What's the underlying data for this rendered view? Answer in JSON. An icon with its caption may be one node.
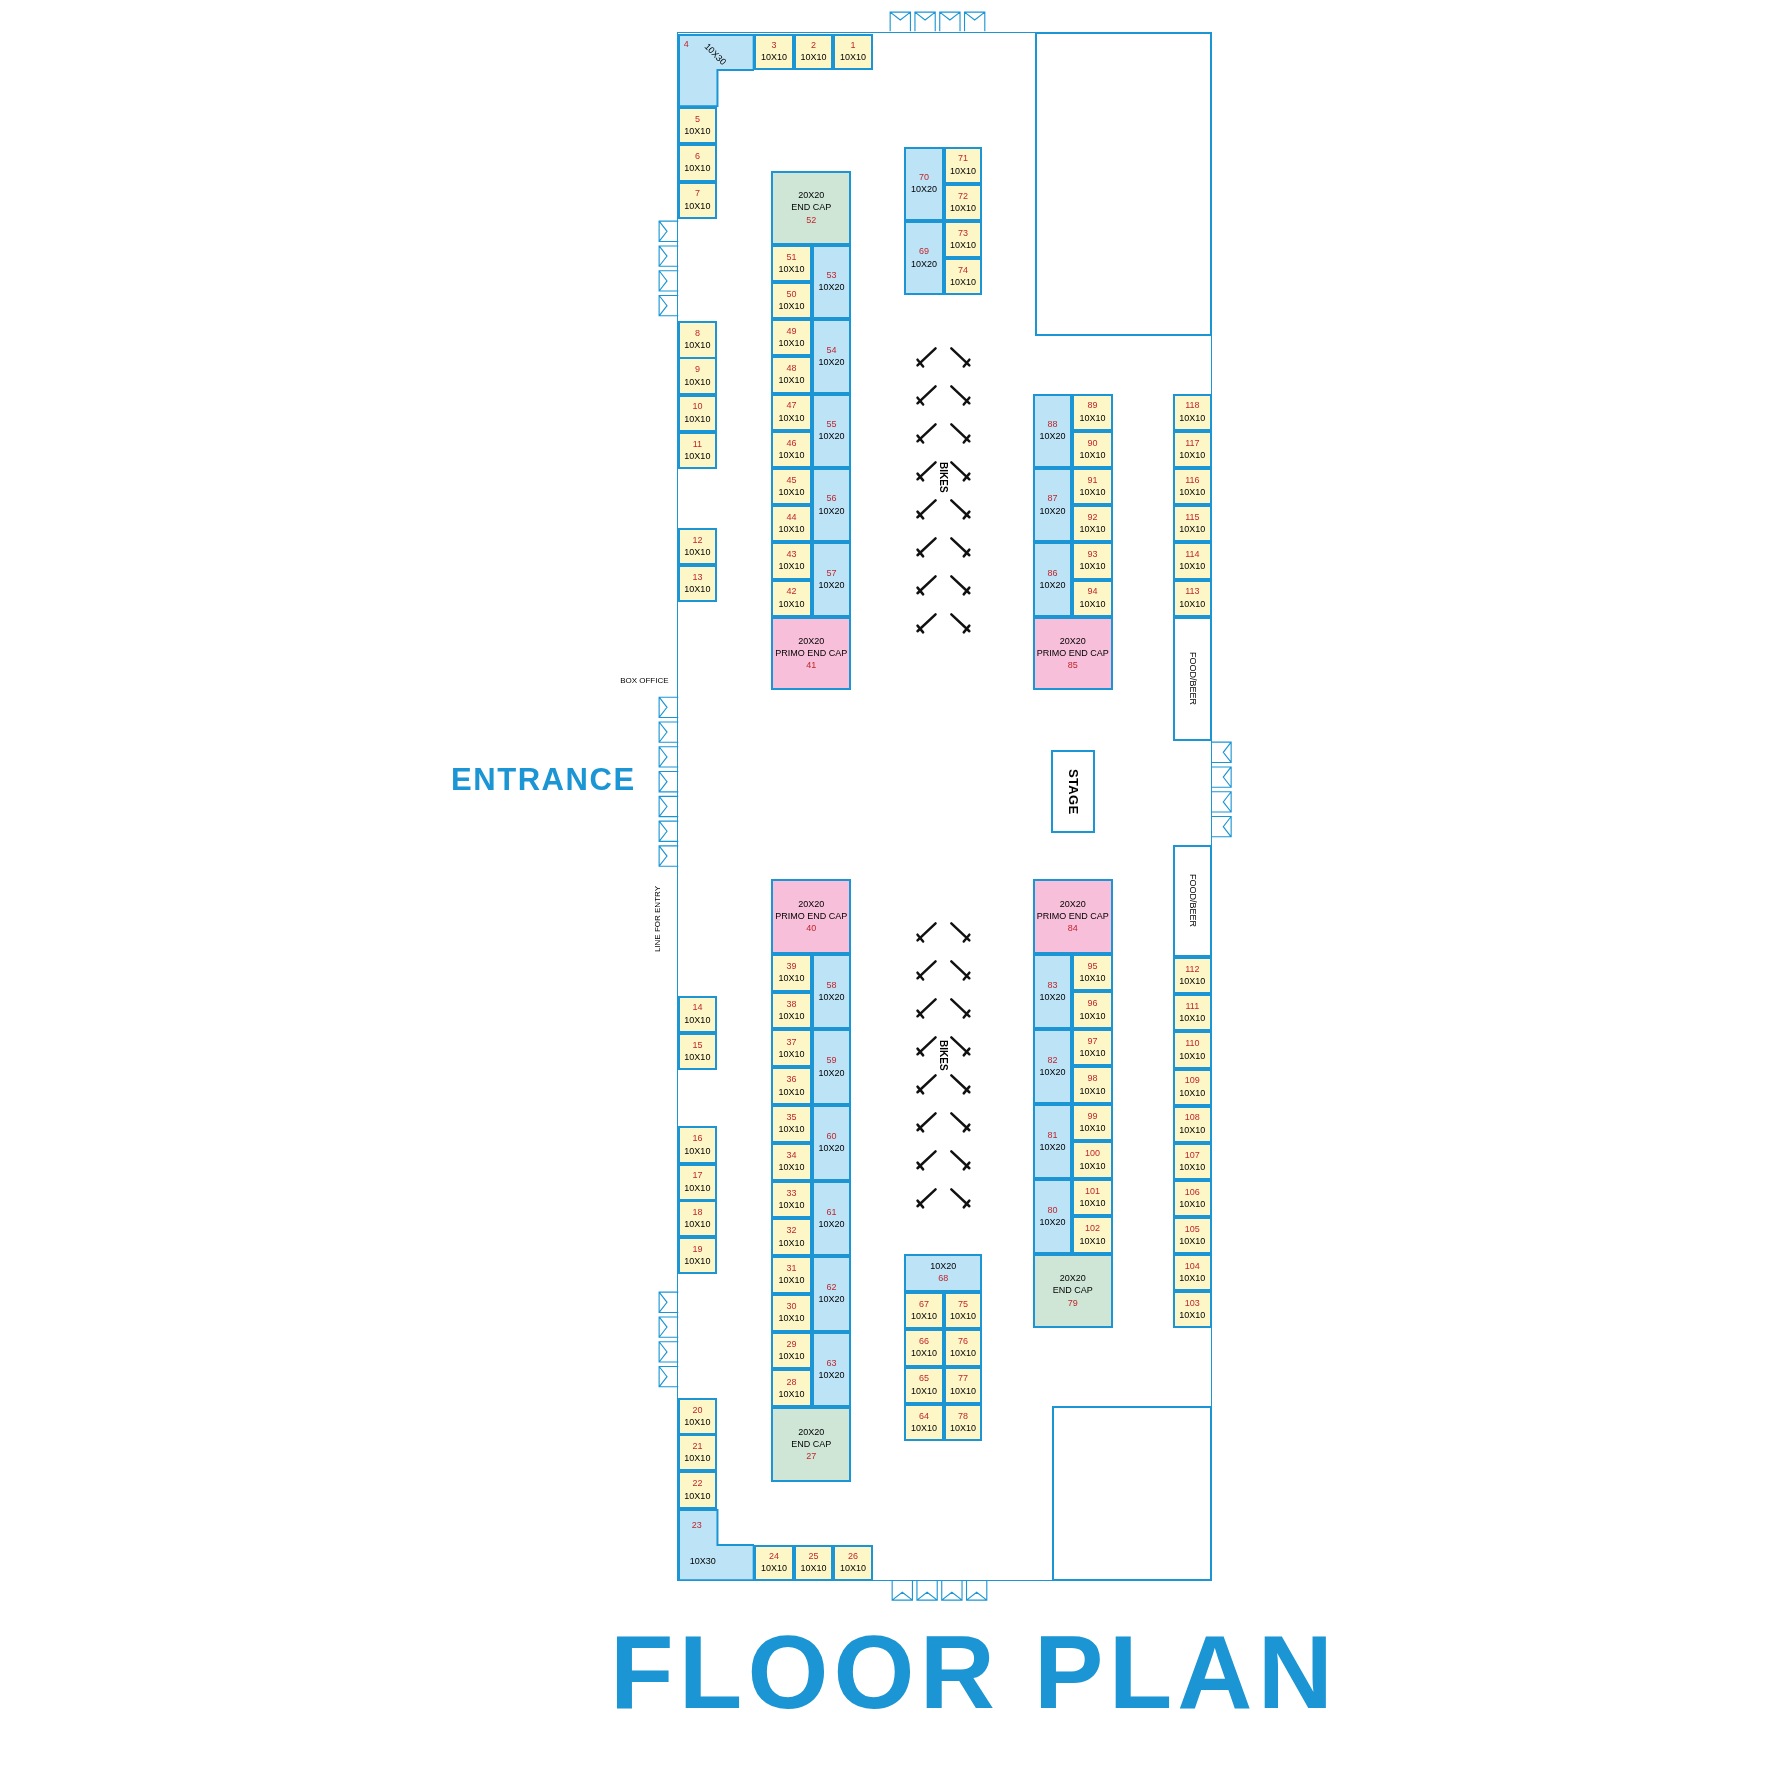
{
  "diagram": {
    "title": "FLOOR PLAN",
    "nodes": [
      {
        "text": [
          "1",
          "10X10"
        ]
      },
      {
        "text": [
          "2",
          "10X10"
        ]
      },
      {
        "text": [
          "3",
          "10X10"
        ]
      },
      {
        "text": [
          "4",
          "10X30"
        ]
      },
      {
        "text": [
          "5",
          "10X10"
        ]
      },
      {
        "text": [
          "6",
          "10X10"
        ]
      },
      {
        "text": [
          "7",
          "10X10"
        ]
      },
      {
        "text": [
          "8",
          "10X10"
        ]
      },
      {
        "text": [
          "9",
          "10X10"
        ]
      },
      {
        "text": [
          "10",
          "10X10"
        ]
      },
      {
        "text": [
          "11",
          "10X10"
        ]
      },
      {
        "text": [
          "12",
          "10X10"
        ]
      },
      {
        "text": [
          "13",
          "10X10"
        ]
      },
      {
        "text": [
          "14",
          "10X10"
        ]
      },
      {
        "text": [
          "15",
          "10X10"
        ]
      },
      {
        "text": [
          "16",
          "10X10"
        ]
      },
      {
        "text": [
          "17",
          "10X10"
        ]
      },
      {
        "text": [
          "18",
          "10X10"
        ]
      },
      {
        "text": [
          "19",
          "10X10"
        ]
      },
      {
        "text": [
          "20",
          "10X10"
        ]
      },
      {
        "text": [
          "21",
          "10X10"
        ]
      },
      {
        "text": [
          "22",
          "10X10"
        ]
      },
      {
        "text": [
          "23",
          "10X30"
        ]
      },
      {
        "text": [
          "24",
          "10X10"
        ]
      },
      {
        "text": [
          "25",
          "10X10"
        ]
      },
      {
        "text": [
          "26",
          "10X10"
        ]
      },
      {
        "text": [
          "20X20",
          "END CAP",
          "27"
        ]
      },
      {
        "text": [
          "28",
          "10X10"
        ]
      },
      {
        "text": [
          "29",
          "10X10"
        ]
      },
      {
        "text": [
          "30",
          "10X10"
        ]
      },
      {
        "text": [
          "31",
          "10X10"
        ]
      },
      {
        "text": [
          "32",
          "10X10"
        ]
      },
      {
        "text": [
          "33",
          "10X10"
        ]
      },
      {
        "text": [
          "34",
          "10X10"
        ]
      },
      {
        "text": [
          "35",
          "10X10"
        ]
      },
      {
        "text": [
          "36",
          "10X10"
        ]
      },
      {
        "text": [
          "37",
          "10X10"
        ]
      },
      {
        "text": [
          "38",
          "10X10"
        ]
      },
      {
        "text": [
          "39",
          "10X10"
        ]
      },
      {
        "text": [
          "20X20",
          "PRIMO END CAP",
          "40"
        ]
      },
      {
        "text": [
          "20X20",
          "PRIMO END CAP",
          "41"
        ]
      },
      {
        "text": [
          "42",
          "10X10"
        ]
      },
      {
        "text": [
          "43",
          "10X10"
        ]
      },
      {
        "text": [
          "44",
          "10X10"
        ]
      },
      {
        "text": [
          "45",
          "10X10"
        ]
      },
      {
        "text": [
          "46",
          "10X10"
        ]
      },
      {
        "text": [
          "47",
          "10X10"
        ]
      },
      {
        "text": [
          "48",
          "10X10"
        ]
      },
      {
        "text": [
          "49",
          "10X10"
        ]
      },
      {
        "text": [
          "50",
          "10X10"
        ]
      },
      {
        "text": [
          "51",
          "10X10"
        ]
      },
      {
        "text": [
          "20X20",
          "END CAP",
          "52"
        ]
      },
      {
        "text": [
          "53",
          "10X20"
        ]
      },
      {
        "text": [
          "54",
          "10X20"
        ]
      },
      {
        "text": [
          "55",
          "10X20"
        ]
      },
      {
        "text": [
          "56",
          "10X20"
        ]
      },
      {
        "text": [
          "57",
          "10X20"
        ]
      },
      {
        "text": [
          "58",
          "10X20"
        ]
      },
      {
        "text": [
          "59",
          "10X20"
        ]
      },
      {
        "text": [
          "60",
          "10X20"
        ]
      },
      {
        "text": [
          "61",
          "10X20"
        ]
      },
      {
        "text": [
          "62",
          "10X20"
        ]
      },
      {
        "text": [
          "63",
          "10X20"
        ]
      },
      {
        "text": [
          "64",
          "10X10"
        ]
      },
      {
        "text": [
          "65",
          "10X10"
        ]
      },
      {
        "text": [
          "66",
          "10X10"
        ]
      },
      {
        "text": [
          "67",
          "10X10"
        ]
      },
      {
        "text": [
          "10X20",
          "68"
        ]
      },
      {
        "text": [
          "69",
          "10X20"
        ]
      },
      {
        "text": [
          "70",
          "10X20"
        ]
      },
      {
        "text": [
          "71",
          "10X10"
        ]
      },
      {
        "text": [
          "72",
          "10X10"
        ]
      },
      {
        "text": [
          "73",
          "10X10"
        ]
      },
      {
        "text": [
          "74",
          "10X10"
        ]
      },
      {
        "text": [
          "75",
          "10X10"
        ]
      },
      {
        "text": [
          "76",
          "10X10"
        ]
      },
      {
        "text": [
          "77",
          "10X10"
        ]
      },
      {
        "text": [
          "78",
          "10X10"
        ]
      },
      {
        "text": [
          "20X20",
          "END CAP",
          "79"
        ]
      },
      {
        "text": [
          "80",
          "10X20"
        ]
      },
      {
        "text": [
          "81",
          "10X20"
        ]
      },
      {
        "text": [
          "82",
          "10X20"
        ]
      },
      {
        "text": [
          "83",
          "10X20"
        ]
      },
      {
        "text": [
          "20X20",
          "PRIMO END CAP",
          "84"
        ]
      },
      {
        "text": [
          "20X20",
          "PRIMO END CAP",
          "85"
        ]
      },
      {
        "text": [
          "86",
          "10X20"
        ]
      },
      {
        "text": [
          "87",
          "10X20"
        ]
      },
      {
        "text": [
          "88",
          "10X20"
        ]
      },
      {
        "text": [
          "89",
          "10X10"
        ]
      },
      {
        "text": [
          "90",
          "10X10"
        ]
      },
      {
        "text": [
          "91",
          "10X10"
        ]
      },
      {
        "text": [
          "92",
          "10X10"
        ]
      },
      {
        "text": [
          "93",
          "10X10"
        ]
      },
      {
        "text": [
          "94",
          "10X10"
        ]
      },
      {
        "text": [
          "95",
          "10X10"
        ]
      },
      {
        "text": [
          "96",
          "10X10"
        ]
      },
      {
        "text": [
          "97",
          "10X10"
        ]
      },
      {
        "text": [
          "98",
          "10X10"
        ]
      },
      {
        "text": [
          "99",
          "10X10"
        ]
      },
      {
        "text": [
          "100",
          "10X10"
        ]
      },
      {
        "text": [
          "101",
          "10X10"
        ]
      },
      {
        "text": [
          "102",
          "10X10"
        ]
      },
      {
        "text": [
          "103",
          "10X10"
        ]
      },
      {
        "text": [
          "104",
          "10X10"
        ]
      },
      {
        "text": [
          "105",
          "10X10"
        ]
      },
      {
        "text": [
          "106",
          "10X10"
        ]
      },
      {
        "text": [
          "107",
          "10X10"
        ]
      },
      {
        "text": [
          "108",
          "10X10"
        ]
      },
      {
        "text": [
          "109",
          "10X10"
        ]
      },
      {
        "text": [
          "110",
          "10X10"
        ]
      },
      {
        "text": [
          "111",
          "10X10"
        ]
      },
      {
        "text": [
          "112",
          "10X10"
        ]
      },
      {
        "text": [
          "113",
          "10X10"
        ]
      },
      {
        "text": [
          "114",
          "10X10"
        ]
      },
      {
        "text": [
          "115",
          "10X10"
        ]
      },
      {
        "text": [
          "116",
          "10X10"
        ]
      },
      {
        "text": [
          "117",
          "10X10"
        ]
      },
      {
        "text": [
          "118",
          "10X10"
        ]
      },
      {
        "text": [
          "FOOD/BEER"
        ]
      },
      {
        "text": [
          "FOOD/BEER"
        ]
      },
      {
        "text": [
          "STAGE"
        ]
      },
      {
        "text": [],
        "shape": "box"
      },
      {
        "text": [],
        "shape": "box"
      }
    ],
    "labels": [
      "ENTRANCE",
      "BOX OFFICE",
      "LINE FOR ENTRY",
      "BIKES",
      "BIKES"
    ]
  }
}
